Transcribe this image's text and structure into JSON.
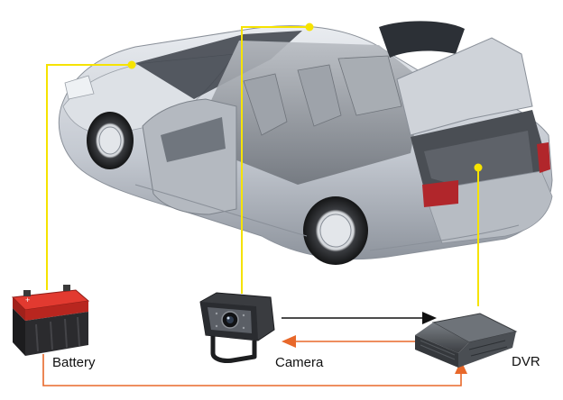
{
  "labels": {
    "battery": "Battery",
    "camera": "Camera",
    "dvr": "DVR"
  },
  "colors": {
    "background": "#ffffff",
    "wire_yellow": "#f6e300",
    "signal_black": "#111111",
    "feedback_orange": "#e8682a",
    "car_silver": "#c9ced6",
    "battery_red": "#d8322b",
    "dvr_gray": "#55595e"
  },
  "icons": [
    "car-cutaway-image",
    "battery-icon",
    "camera-icon",
    "dvr-icon"
  ]
}
